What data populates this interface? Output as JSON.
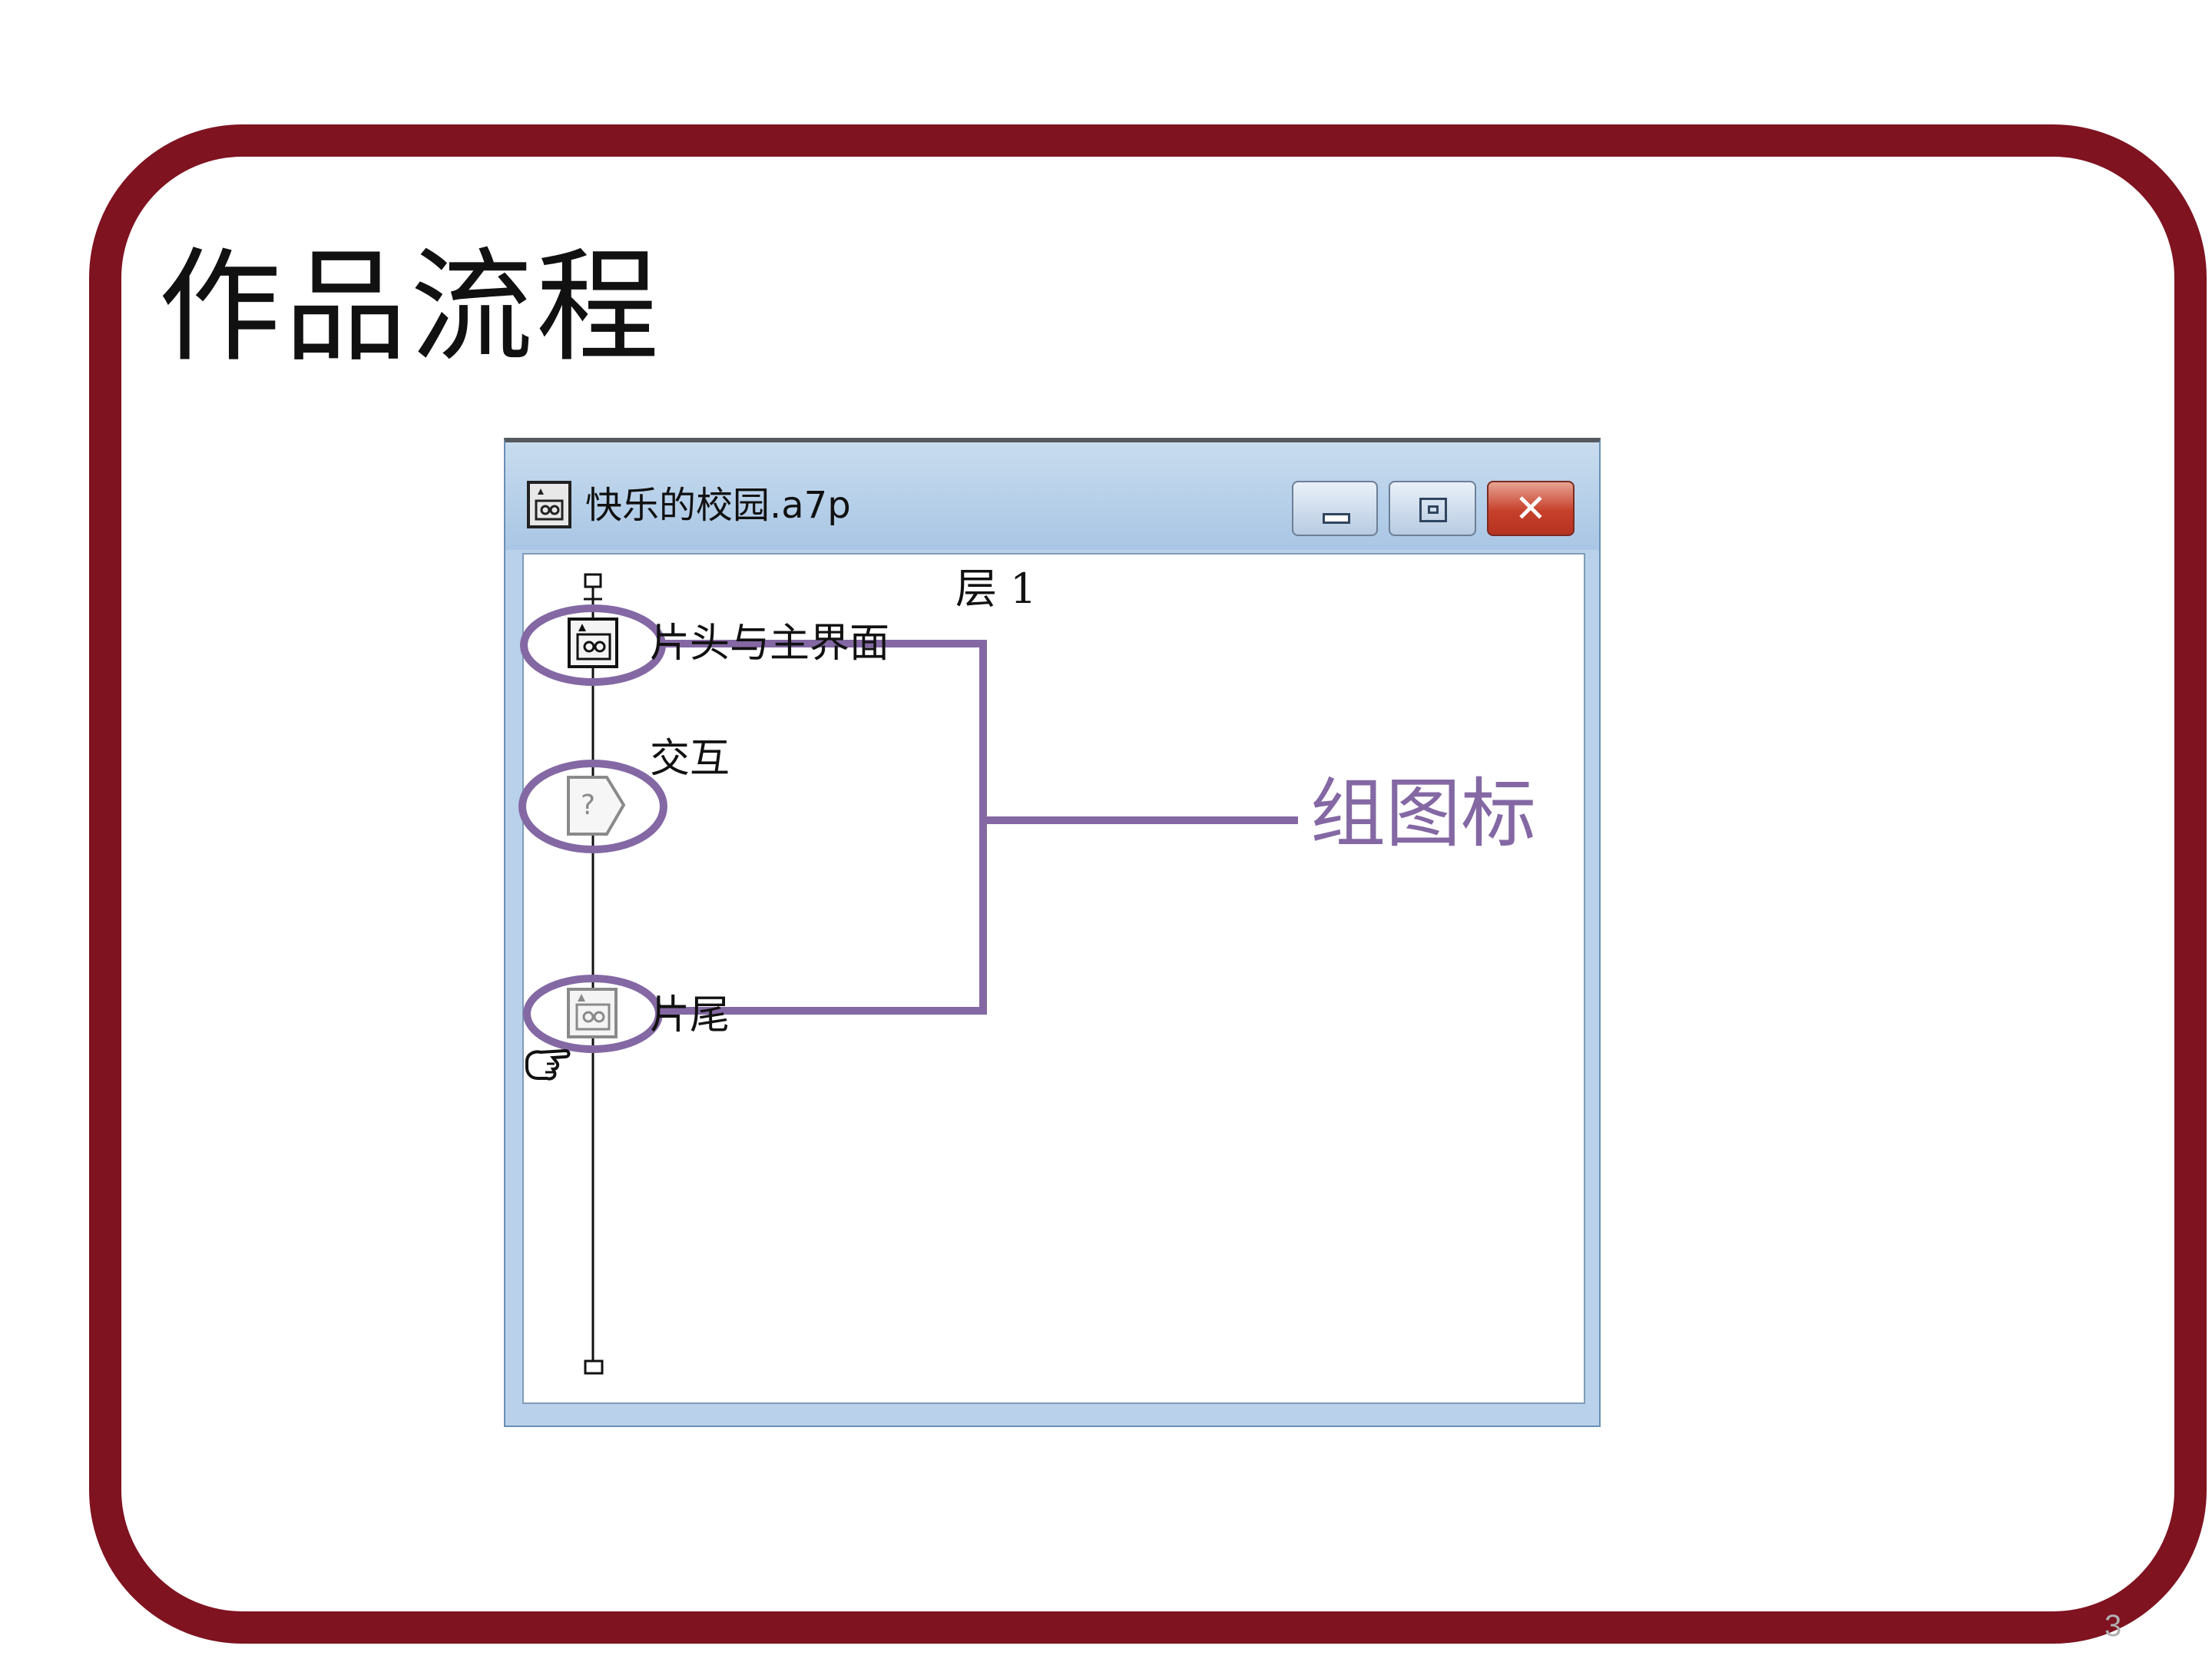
{
  "slide": {
    "title": "作品流程",
    "page_number": "3"
  },
  "window": {
    "title": "快乐的校园.a7p",
    "title_icon": "map-icon",
    "buttons": {
      "minimize": "minimize-icon",
      "maximize": "maximize-icon",
      "close": "close-icon"
    },
    "layer_label": "层 1",
    "flowline": {
      "icons": [
        {
          "label": "片头与主界面",
          "icon": "map-icon"
        },
        {
          "label": "交互",
          "icon": "interaction-icon"
        },
        {
          "label": "片尾",
          "icon": "map-icon"
        }
      ]
    }
  },
  "annotation": {
    "label": "组图标",
    "color": "#8468a4"
  },
  "colors": {
    "frame": "#7f1320",
    "window_chrome": "#b9d1ea",
    "close_button": "#c6402b"
  }
}
